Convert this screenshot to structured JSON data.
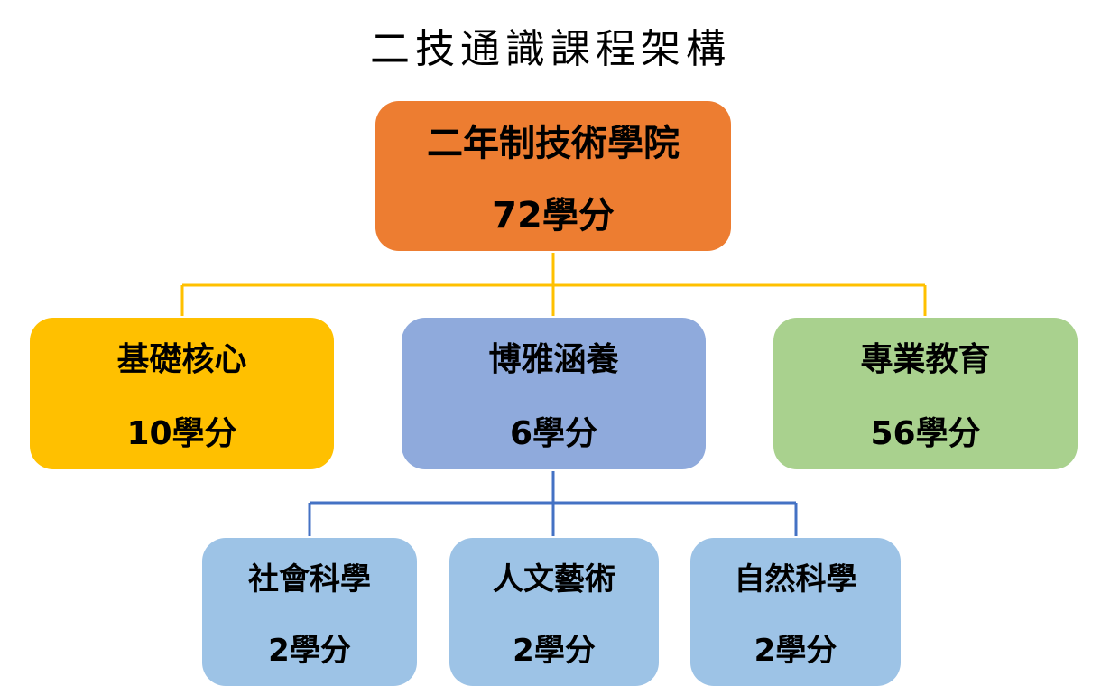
{
  "title": "二技通識課程架構",
  "root": {
    "name": "二年制技術學院",
    "credits": "72學分",
    "color": "#ED7D31"
  },
  "level2": [
    {
      "name": "基礎核心",
      "credits": "10學分",
      "color": "#FFC000"
    },
    {
      "name": "博雅涵養",
      "credits": "6學分",
      "color": "#8FAADC"
    },
    {
      "name": "專業教育",
      "credits": "56學分",
      "color": "#A9D18E"
    }
  ],
  "level3": [
    {
      "name": "社會科學",
      "credits": "2學分",
      "color": "#9DC3E6"
    },
    {
      "name": "人文藝術",
      "credits": "2學分",
      "color": "#9DC3E6"
    },
    {
      "name": "自然科學",
      "credits": "2學分",
      "color": "#9DC3E6"
    }
  ],
  "connector_colors": {
    "upper": "#FFC000",
    "lower": "#4472C4"
  }
}
